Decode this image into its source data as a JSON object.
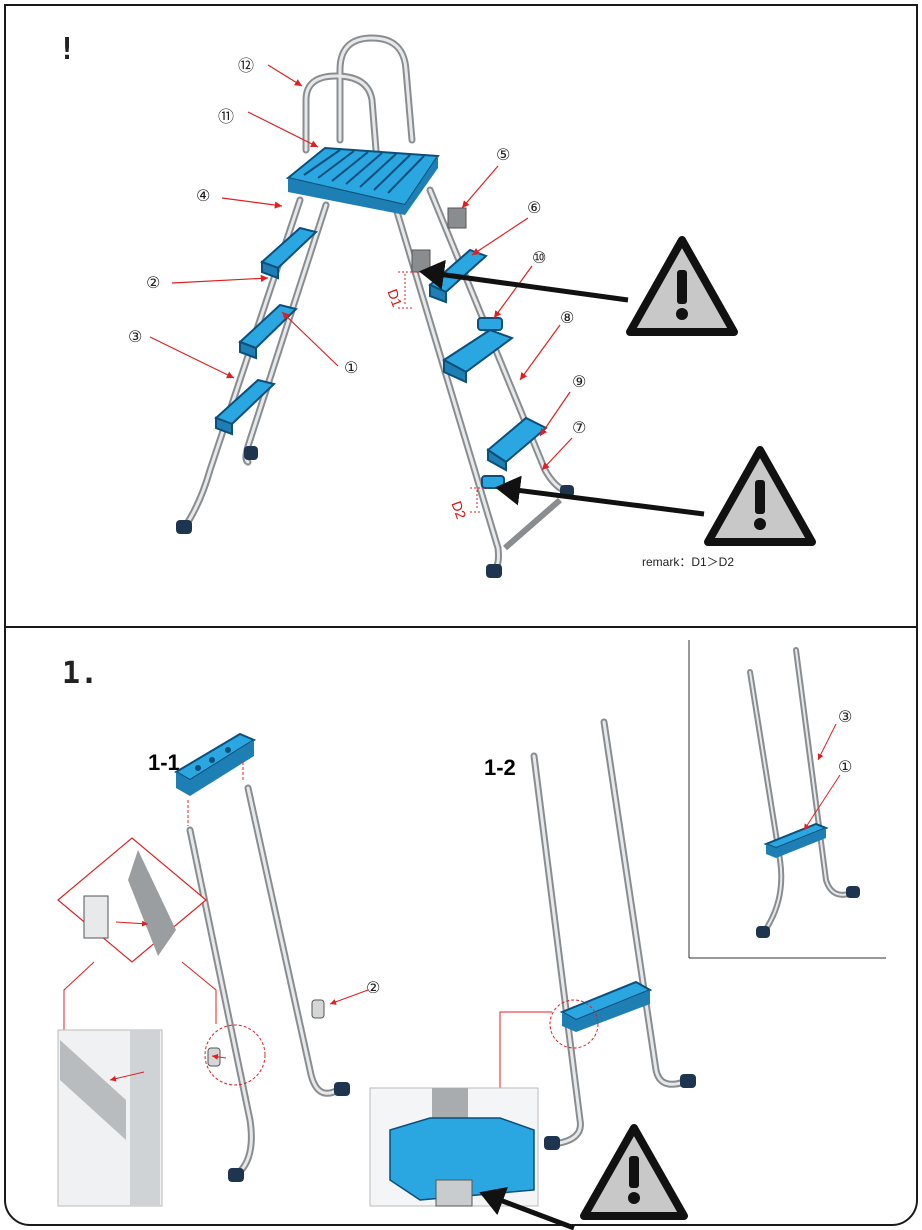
{
  "top": {
    "warning_heading": "!",
    "callouts": {
      "c1": "①",
      "c2": "②",
      "c3": "③",
      "c4": "④",
      "c5": "⑤",
      "c6": "⑥",
      "c7": "⑦",
      "c8": "⑧",
      "c9": "⑨",
      "c10": "⑩",
      "c11": "⑪",
      "c12": "⑫"
    },
    "d1_label": "D1",
    "d2_label": "D2",
    "remark": "remark：D1＞D2"
  },
  "bottom": {
    "step_heading": "1.",
    "sub1": "1-1",
    "sub2": "1-2",
    "callout_2": "②",
    "inset_callout_3": "③",
    "inset_callout_1": "①"
  },
  "icons": [
    "warning-triangle-icon"
  ],
  "colors": {
    "step_blue": "#2aa6e0",
    "arrow_red": "#e02020",
    "tube_gray": "#c9ccce",
    "warning_fill": "#c8c8c8"
  }
}
